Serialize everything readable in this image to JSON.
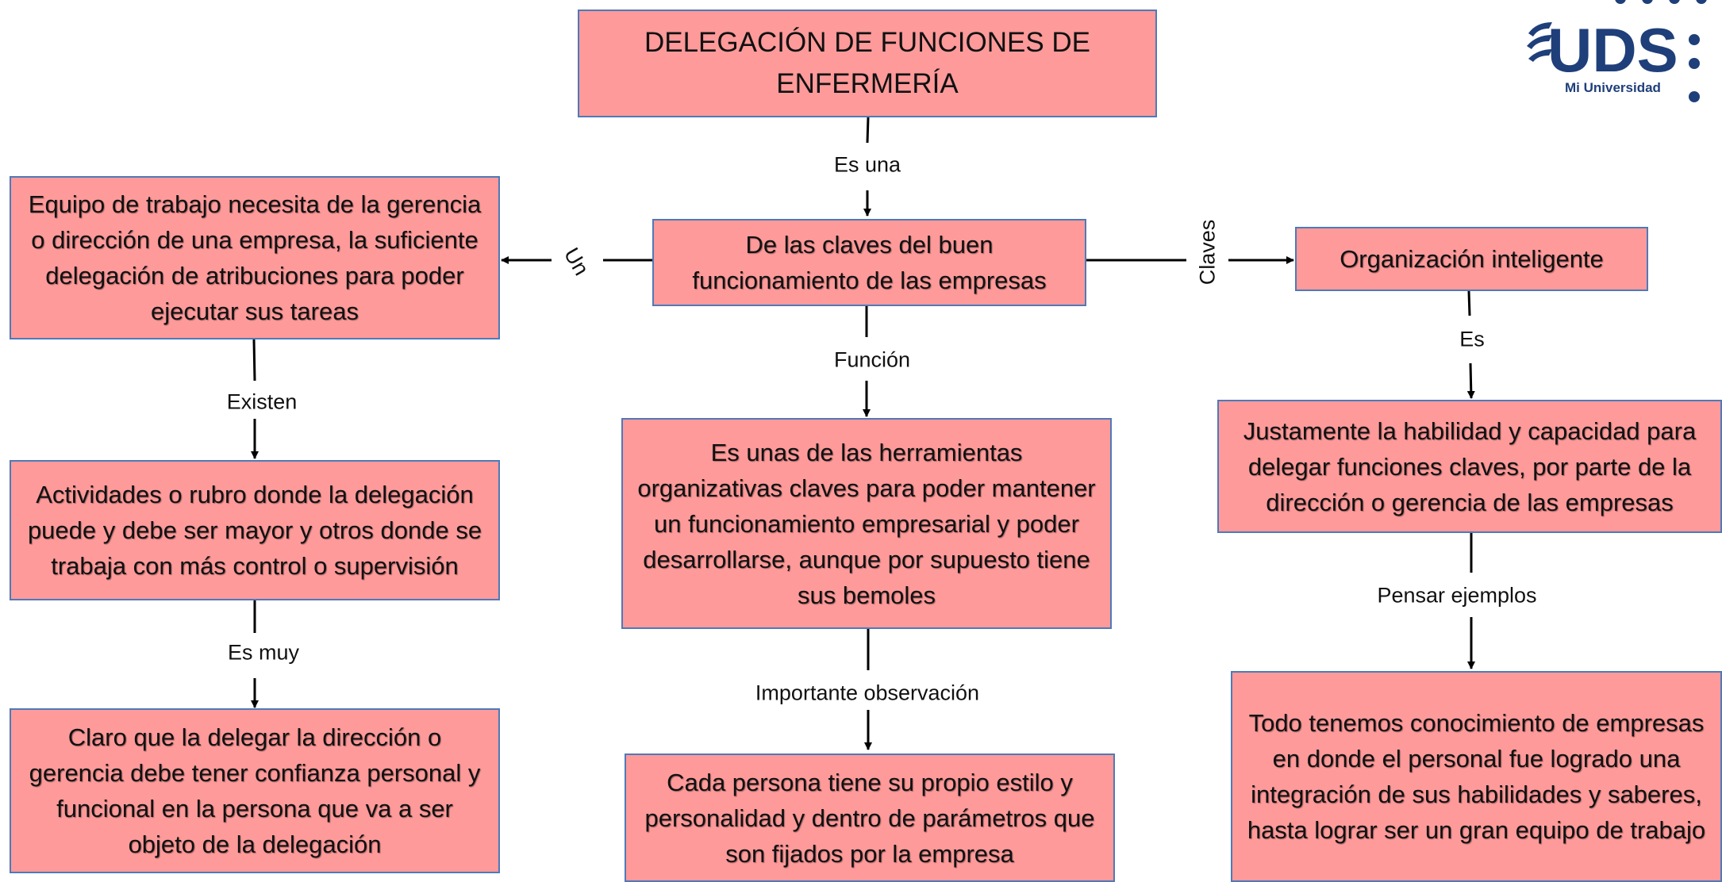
{
  "logo": {
    "text": "UDS",
    "subtitle": "Mi Universidad"
  },
  "nodes": {
    "title": "DELEGACIÓN DE FUNCIONES DE ENFERMERÍA",
    "center1": "De las claves del buen funcionamiento de las empresas",
    "left1": "Equipo de trabajo necesita de la gerencia o dirección de una empresa, la suficiente delegación de atribuciones para poder ejecutar sus tareas",
    "left2": "Actividades o rubro donde la delegación puede y debe ser mayor y otros donde se trabaja con más control o supervisión",
    "left3": "Claro que la delegar la dirección o gerencia debe tener confianza personal y funcional en la persona que va a ser objeto de la delegación",
    "center2": "Es unas de las herramientas organizativas claves para poder mantener un funcionamiento empresarial y poder desarrollarse, aunque por supuesto tiene sus bemoles",
    "center3": "Cada persona tiene su propio estilo y personalidad y dentro de parámetros que son fijados  por la empresa",
    "right1": "Organización inteligente",
    "right2": "Justamente la habilidad y capacidad para delegar funciones claves, por parte de la dirección o gerencia de las empresas",
    "right3": "Todo tenemos conocimiento de empresas en donde el personal fue logrado una integración de sus habilidades y saberes, hasta lograr ser un gran equipo de trabajo"
  },
  "edge_labels": {
    "es_una": "Es una",
    "un": "Un",
    "claves": "Claves",
    "funcion": "Función",
    "existen": "Existen",
    "es_muy": "Es muy",
    "importante": "Importante observación",
    "es": "Es",
    "pensar": "Pensar ejemplos"
  }
}
